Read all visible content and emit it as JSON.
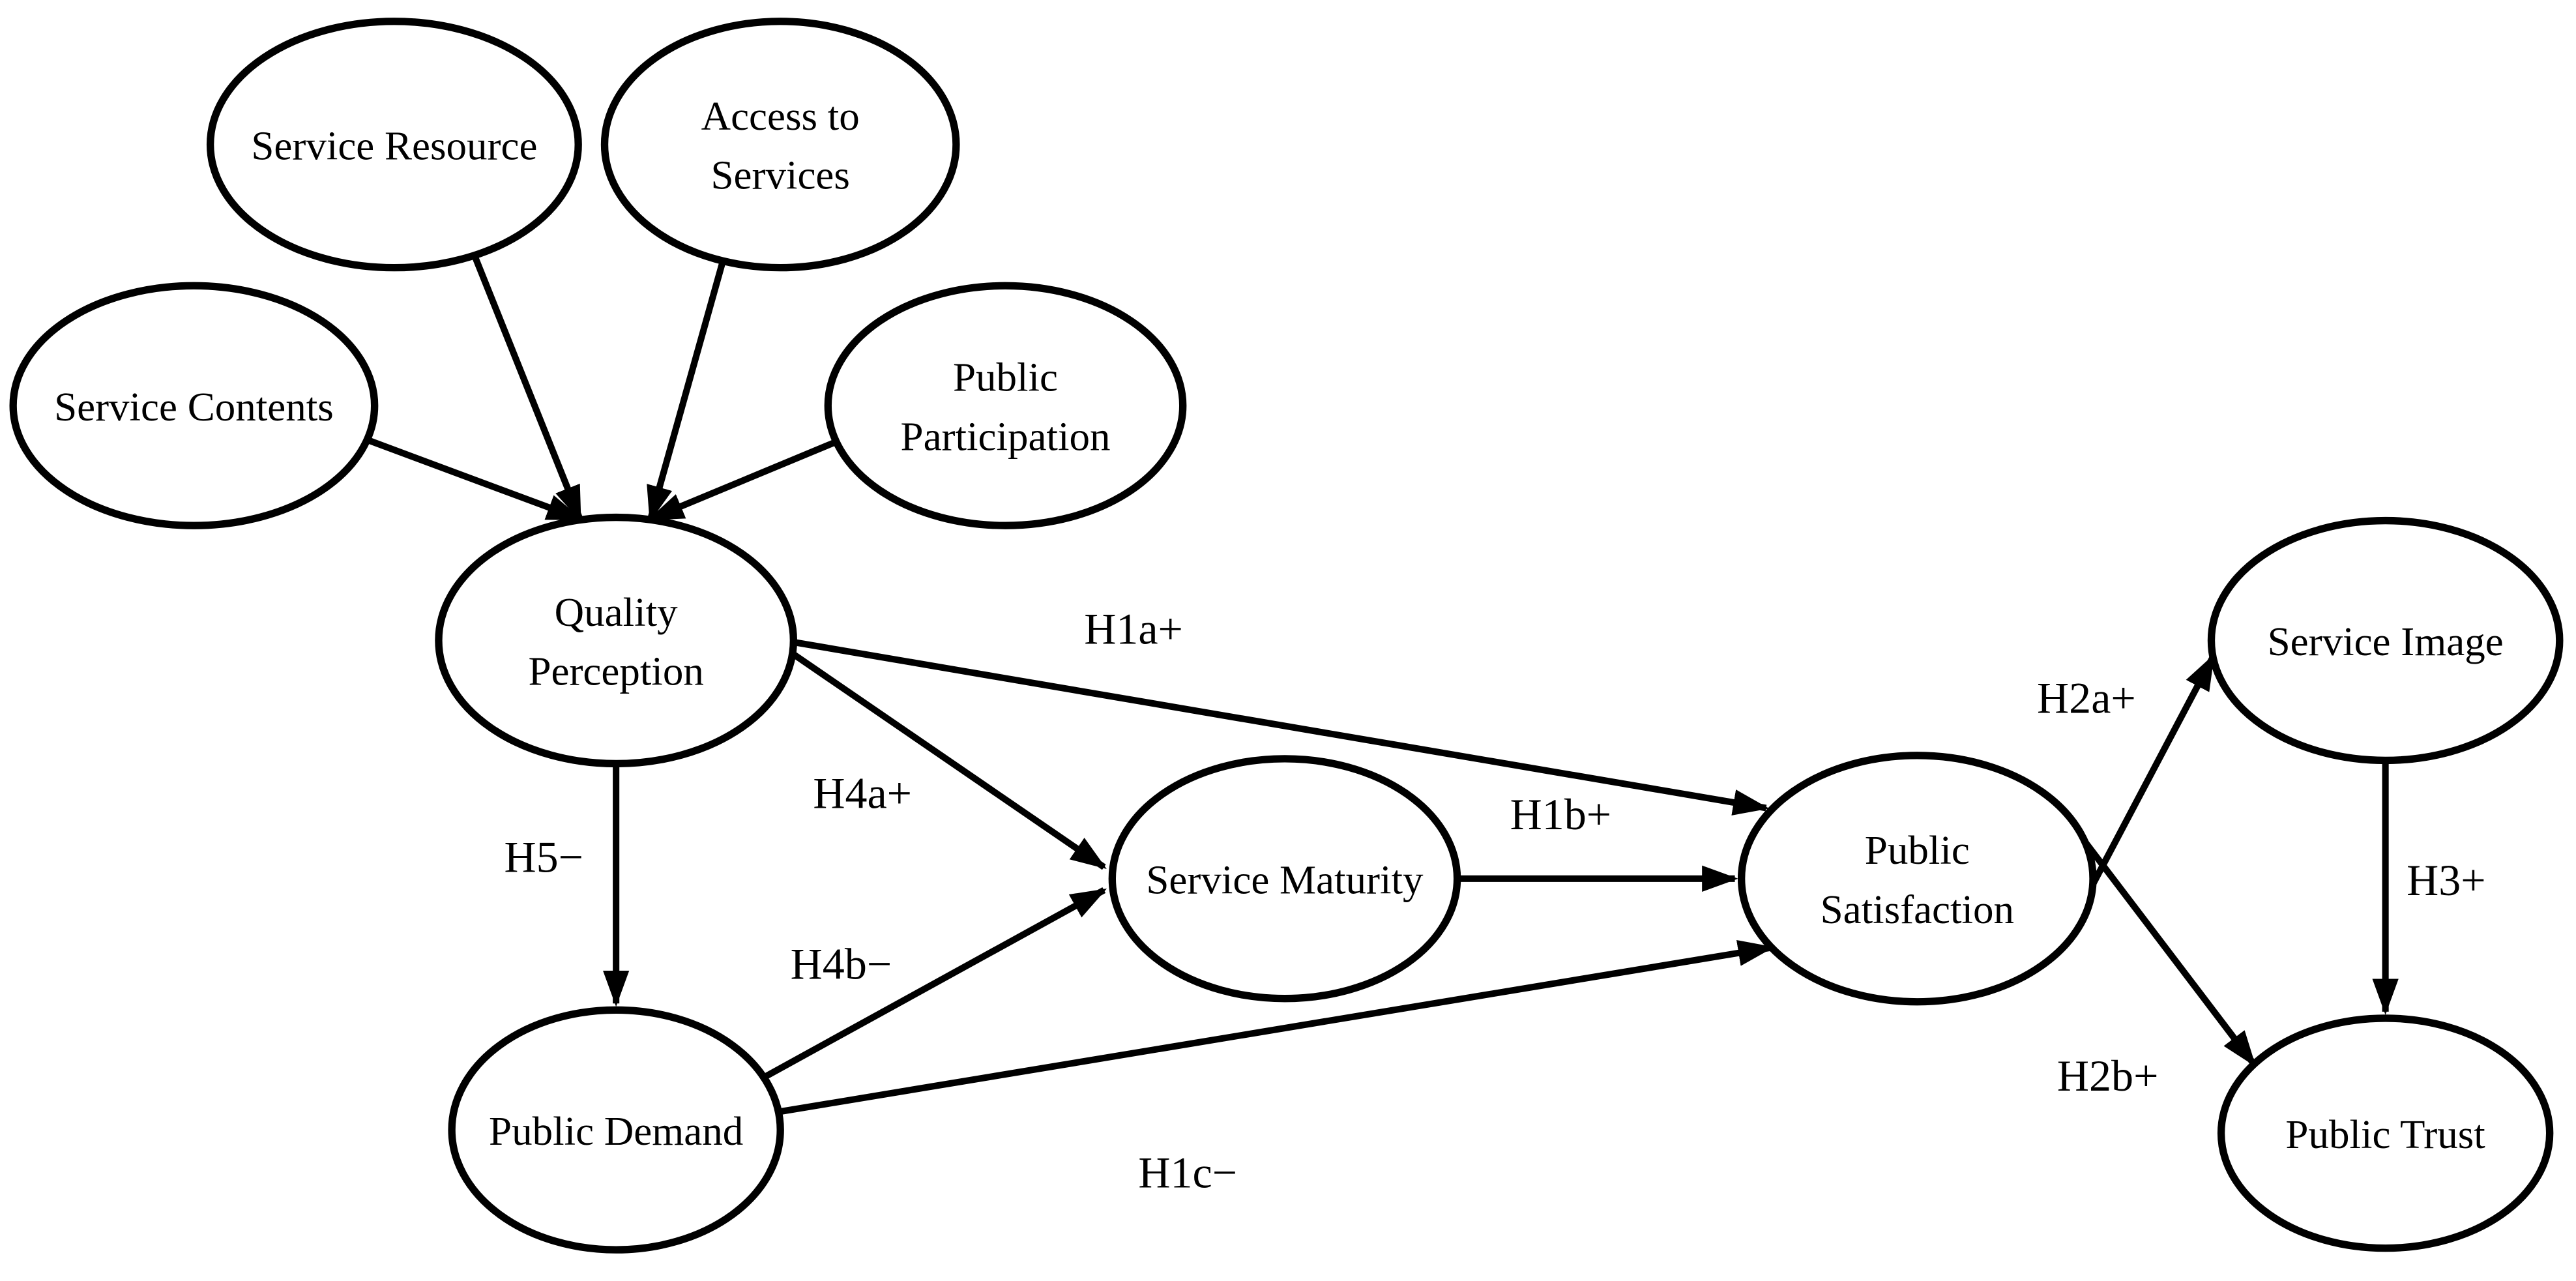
{
  "diagram": {
    "type": "path-model",
    "description": "Structural hypothesis model diagram with latent constructs (ellipses) and directed hypothesis arrows",
    "colors": {
      "background": "#ffffff",
      "stroke": "#000000",
      "text": "#000000"
    },
    "nodes": {
      "service_contents": {
        "lines": [
          "Service Contents"
        ]
      },
      "service_resource": {
        "lines": [
          "Service Resource"
        ]
      },
      "access_to_services": {
        "lines": [
          "Access to",
          "Services"
        ]
      },
      "public_participation": {
        "lines": [
          "Public",
          "Participation"
        ]
      },
      "quality_perception": {
        "lines": [
          "Quality",
          "Perception"
        ]
      },
      "public_demand": {
        "lines": [
          "Public Demand"
        ]
      },
      "service_maturity": {
        "lines": [
          "Service Maturity"
        ]
      },
      "public_satisfaction": {
        "lines": [
          "Public",
          "Satisfaction"
        ]
      },
      "service_image": {
        "lines": [
          "Service Image"
        ]
      },
      "public_trust": {
        "lines": [
          "Public Trust"
        ]
      }
    },
    "edges": [
      {
        "id": "h1a",
        "from": "quality_perception",
        "to": "public_satisfaction",
        "label": "H1a+",
        "sign": "positive"
      },
      {
        "id": "h1b",
        "from": "service_maturity",
        "to": "public_satisfaction",
        "label": "H1b+",
        "sign": "positive"
      },
      {
        "id": "h1c",
        "from": "public_demand",
        "to": "public_satisfaction",
        "label": "H1c−",
        "sign": "negative"
      },
      {
        "id": "h2a",
        "from": "public_satisfaction",
        "to": "service_image",
        "label": "H2a+",
        "sign": "positive"
      },
      {
        "id": "h2b",
        "from": "public_satisfaction",
        "to": "public_trust",
        "label": "H2b+",
        "sign": "positive"
      },
      {
        "id": "h3",
        "from": "service_image",
        "to": "public_trust",
        "label": "H3+",
        "sign": "positive"
      },
      {
        "id": "h4a",
        "from": "quality_perception",
        "to": "service_maturity",
        "label": "H4a+",
        "sign": "positive"
      },
      {
        "id": "h4b",
        "from": "public_demand",
        "to": "service_maturity",
        "label": "H4b−",
        "sign": "negative"
      },
      {
        "id": "h5",
        "from": "quality_perception",
        "to": "public_demand",
        "label": "H5−",
        "sign": "negative"
      },
      {
        "id": "sc_qp",
        "from": "service_contents",
        "to": "quality_perception",
        "label": "",
        "sign": ""
      },
      {
        "id": "sr_qp",
        "from": "service_resource",
        "to": "quality_perception",
        "label": "",
        "sign": ""
      },
      {
        "id": "as_qp",
        "from": "access_to_services",
        "to": "quality_perception",
        "label": "",
        "sign": ""
      },
      {
        "id": "pp_qp",
        "from": "public_participation",
        "to": "quality_perception",
        "label": "",
        "sign": ""
      }
    ]
  }
}
